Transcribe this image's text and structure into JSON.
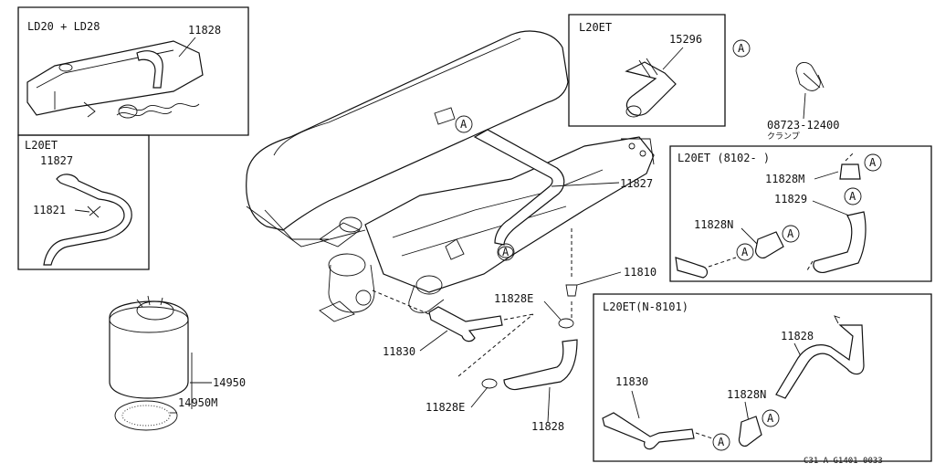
{
  "callout_marker": "A",
  "insets": {
    "ld": {
      "title": "LD20 + LD28",
      "part": "11828"
    },
    "l20et_left": {
      "title": "L20ET",
      "part_top": "11827",
      "part_side": "11821"
    },
    "l20et_top": {
      "title": "L20ET",
      "part": "15296"
    },
    "clamp": {
      "part": "08723-12400",
      "note": "クランプ"
    },
    "l20et_8102": {
      "title": "L20ET  (8102-     )",
      "part_m": "11828M",
      "part_29": "11829",
      "part_n": "11828N"
    },
    "l20et_8101": {
      "title": "L20ET(N-8101)",
      "part_28": "11828",
      "part_30": "11830",
      "part_n": "11828N"
    }
  },
  "main": {
    "part_11827": "11827",
    "part_11810": "11810",
    "part_11828e_top": "11828E",
    "part_11830": "11830",
    "part_11828e_bottom": "11828E",
    "part_11828": "11828",
    "part_14950": "14950",
    "part_14950m": "14950M"
  },
  "figure_code": "C31-A-G1401-0033"
}
